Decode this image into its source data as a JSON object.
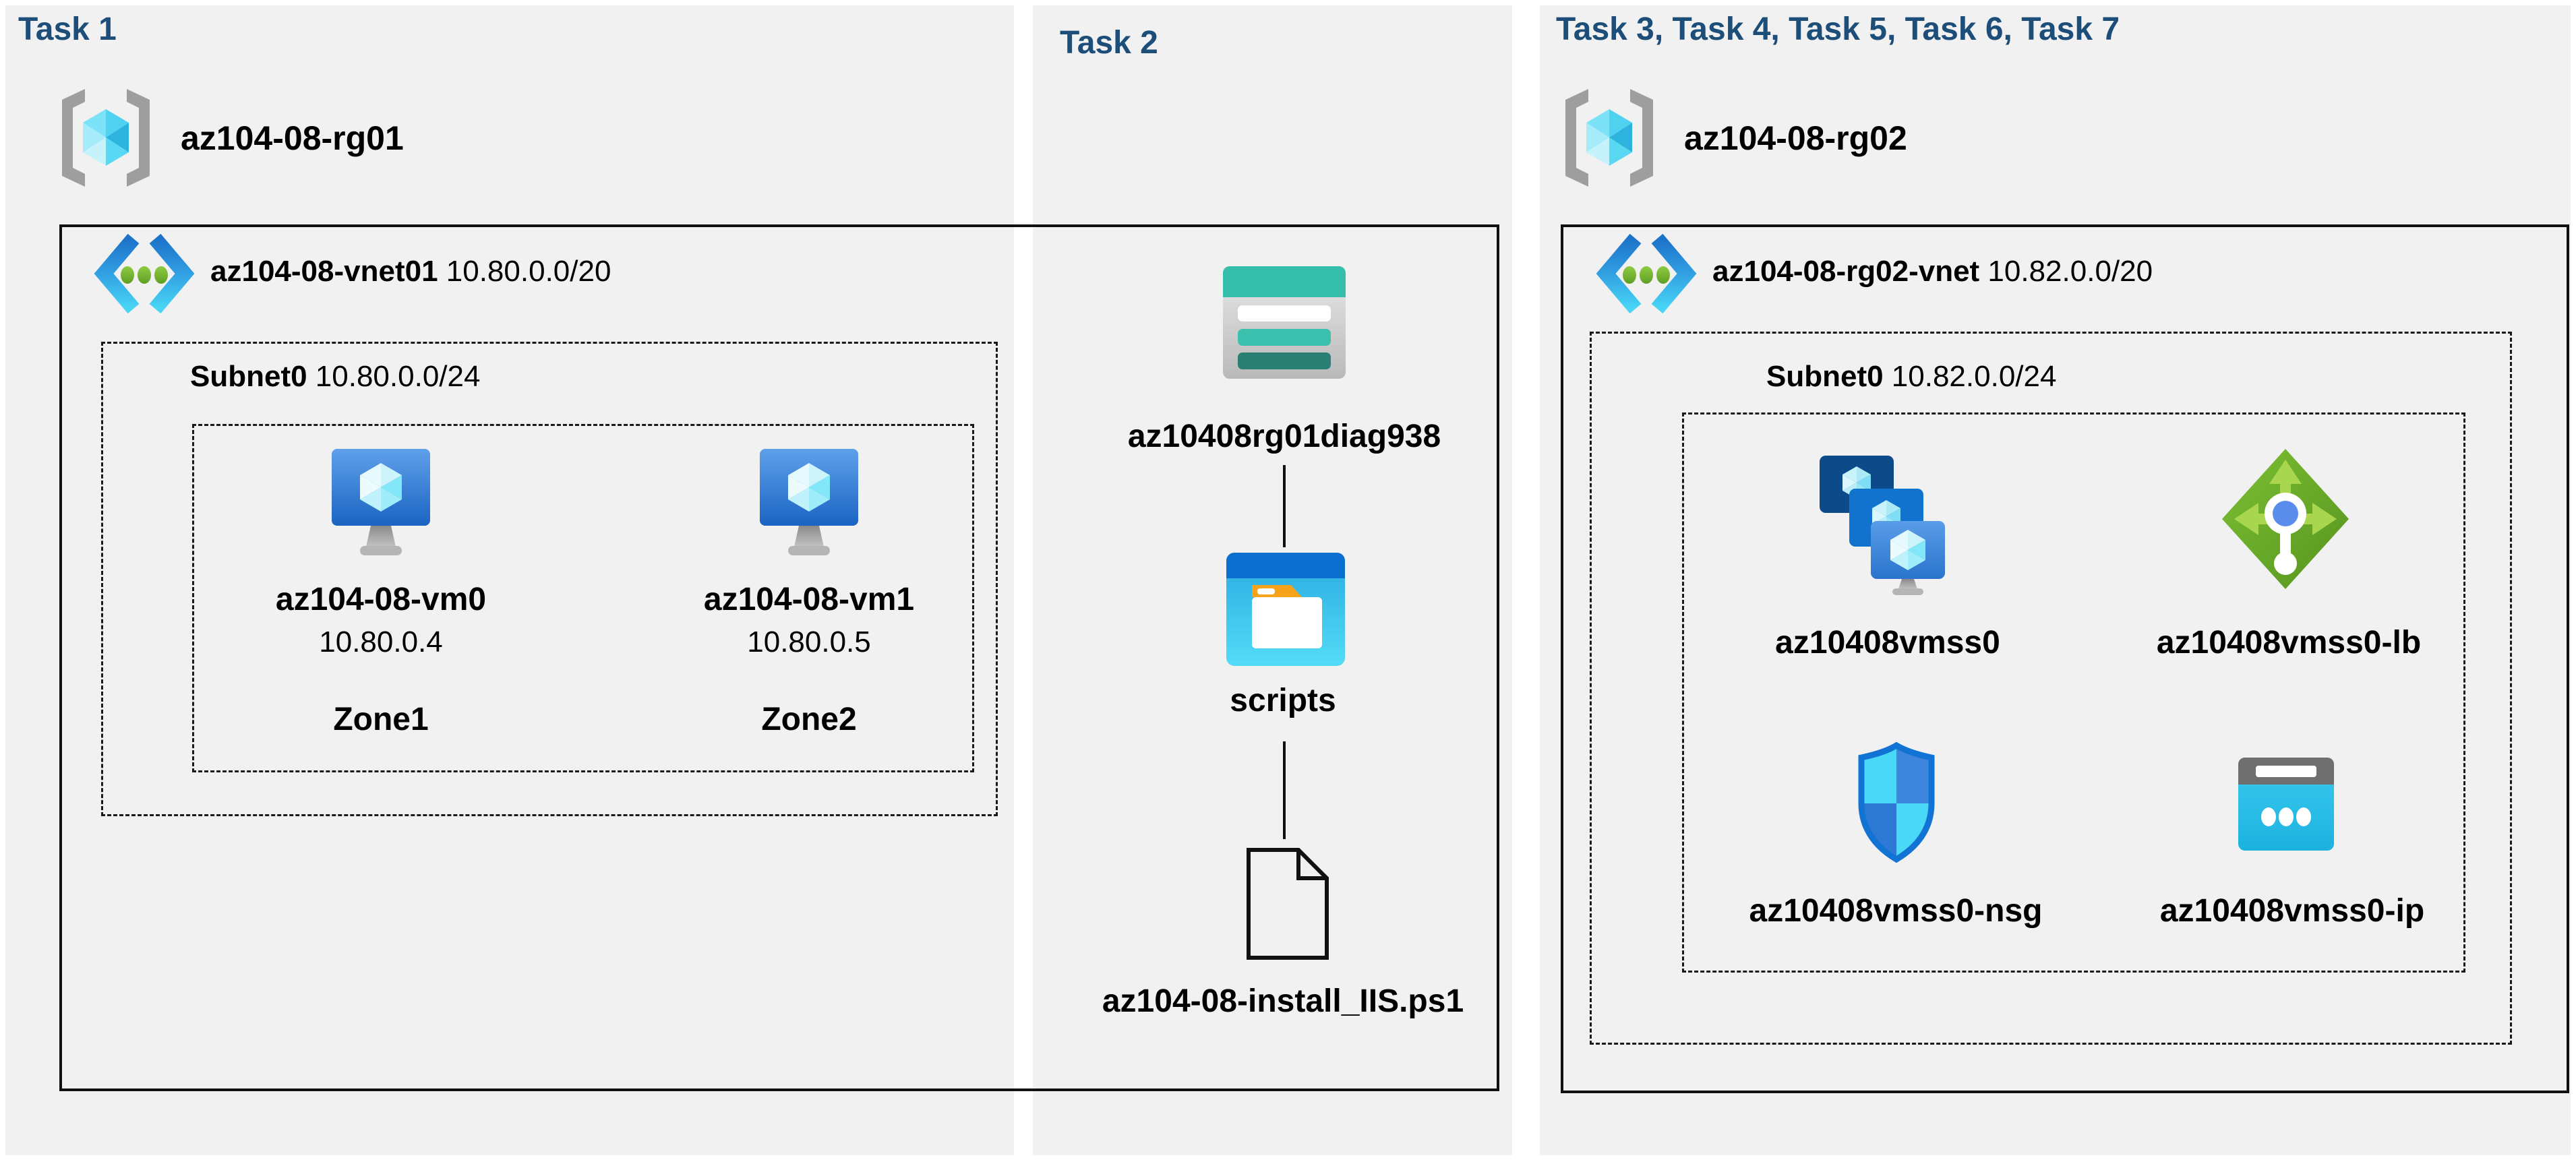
{
  "colors": {
    "header_navy": "#1c4e79",
    "panel_bg": "#f1f1f2",
    "box_border": "#111111",
    "label_black": "#000000"
  },
  "panels": [
    {
      "header": "Task 1",
      "resource_group": {
        "name": "az104-08-rg01",
        "icon": "resource-group-icon"
      },
      "vnet": {
        "name": "az104-08-vnet01",
        "cidr": "10.80.0.0/20",
        "icon": "virtual-network-icon"
      },
      "subnet": {
        "name": "Subnet0",
        "cidr": "10.80.0.0/24"
      },
      "vms": [
        {
          "name": "az104-08-vm0",
          "ip": "10.80.0.4",
          "zone": "Zone1",
          "icon": "virtual-machine-icon"
        },
        {
          "name": "az104-08-vm1",
          "ip": "10.80.0.5",
          "zone": "Zone2",
          "icon": "virtual-machine-icon"
        }
      ]
    },
    {
      "header": "Task 2",
      "storage_account": {
        "name": "az10408rg01diag938",
        "icon": "storage-account-icon"
      },
      "folder": {
        "name": "scripts",
        "icon": "folder-icon"
      },
      "file": {
        "name": "az104-08-install_IIS.ps1",
        "icon": "file-icon"
      }
    },
    {
      "header": "Task 3, Task 4, Task 5, Task 6, Task 7",
      "resource_group": {
        "name": "az104-08-rg02",
        "icon": "resource-group-icon"
      },
      "vnet": {
        "name": "az104-08-rg02-vnet",
        "cidr": "10.82.0.0/20",
        "icon": "virtual-network-icon"
      },
      "subnet": {
        "name": "Subnet0",
        "cidr": "10.82.0.0/24"
      },
      "resources": [
        {
          "name": "az10408vmss0",
          "type": "vm-scale-set",
          "icon": "vm-scale-set-icon"
        },
        {
          "name": "az10408vmss0-lb",
          "type": "load-balancer",
          "icon": "load-balancer-icon"
        },
        {
          "name": "az10408vmss0-nsg",
          "type": "network-security-group",
          "icon": "nsg-shield-icon"
        },
        {
          "name": "az10408vmss0-ip",
          "type": "public-ip",
          "icon": "public-ip-icon"
        }
      ]
    }
  ]
}
